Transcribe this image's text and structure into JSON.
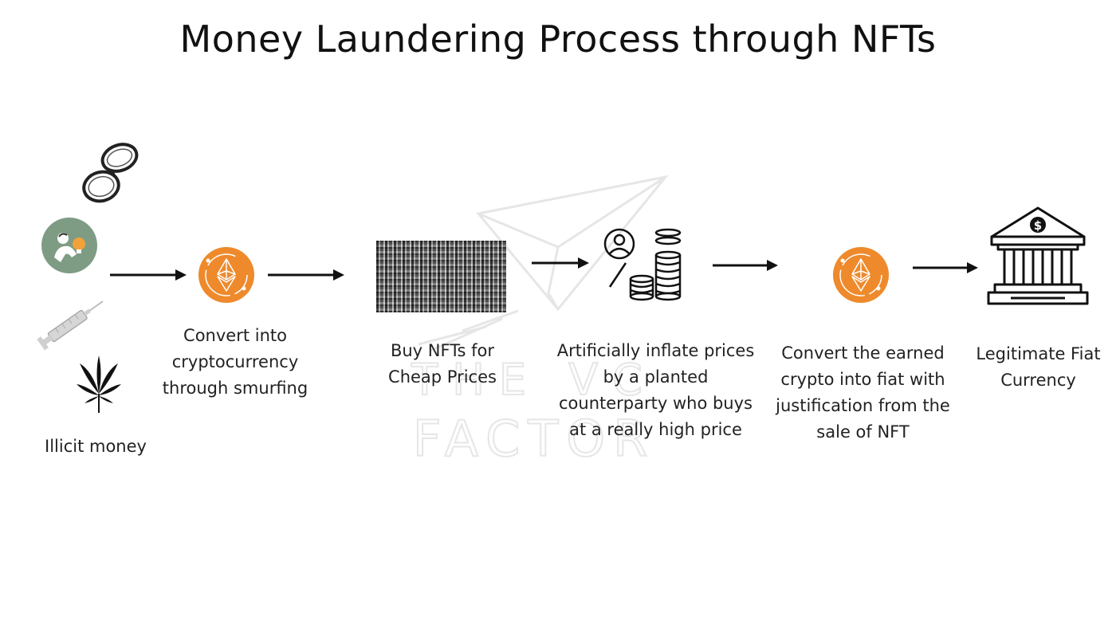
{
  "title": "Money Laundering Process through NFTs",
  "watermark": {
    "line1": "THE VC",
    "line2": "FACTOR"
  },
  "steps": [
    {
      "label": "Illicit money"
    },
    {
      "label": "Convert into\ncryptocurrency\nthrough smurfing"
    },
    {
      "label": "Buy NFTs for\nCheap Prices"
    },
    {
      "label": "Artificially inflate prices\nby a planted\ncounterparty who buys\nat a really high price"
    },
    {
      "label": "Convert the earned\ncrypto into fiat with\njustification from the\nsale of NFT"
    },
    {
      "label": "Legitimate Fiat\nCurrency"
    }
  ],
  "icons": {
    "crime": [
      "handcuffs-icon",
      "thief-icon",
      "syringe-icon",
      "cannabis-leaf-icon"
    ],
    "crypto": "ethereum-coin-icon",
    "nft": "nft-collage-image",
    "inflate": [
      "person-icon",
      "coin-stacks-icon"
    ],
    "bank": "bank-icon"
  },
  "colors": {
    "coin": "#EE8A2C",
    "thief_bg": "#7E9C84",
    "bulb": "#F2A23A",
    "arrow": "#111111",
    "watermark": "#E9E9E9"
  }
}
